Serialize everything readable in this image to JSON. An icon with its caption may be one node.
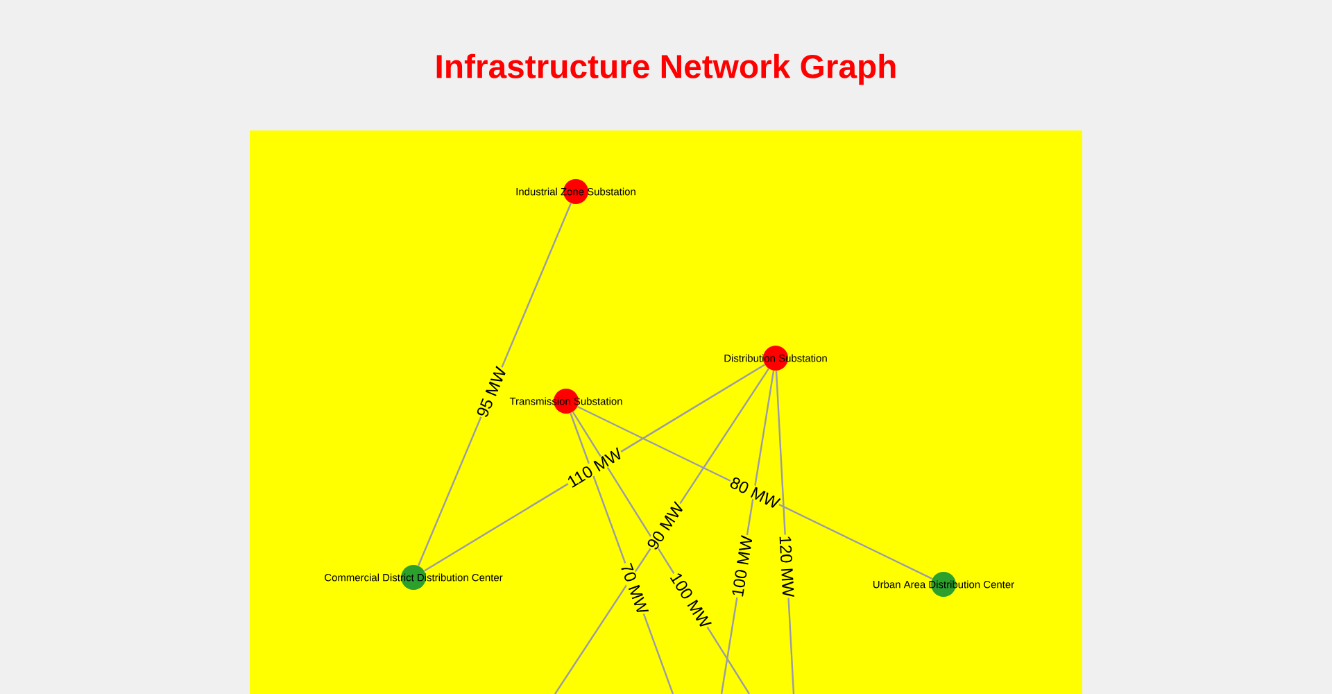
{
  "diagram": {
    "title": "Infrastructure Network Graph",
    "nodes": [
      {
        "text": [
          "Industrial Zone Substation"
        ]
      },
      {
        "text": [
          "Distribution Substation"
        ]
      },
      {
        "text": [
          "Transmission Substation"
        ]
      },
      {
        "text": [
          "Commercial District Distribution Center"
        ]
      },
      {
        "text": [
          "Urban Area Distribution Center"
        ]
      }
    ],
    "edges": [
      {
        "from": 0,
        "to": 3,
        "label": "95 MW",
        "arrow": "none"
      },
      {
        "from": 1,
        "to": 3,
        "label": "110 MW",
        "arrow": "none"
      },
      {
        "from": 2,
        "to": 4,
        "label": "80 MW",
        "arrow": "none"
      },
      {
        "from": 1,
        "to": null,
        "label": "90 MW",
        "arrow": "none"
      },
      {
        "from": 2,
        "to": null,
        "label": "70 MW",
        "arrow": "none"
      },
      {
        "from": 2,
        "to": null,
        "label": "100 MW",
        "arrow": "none"
      },
      {
        "from": 1,
        "to": null,
        "label": "100 MW",
        "arrow": "none"
      },
      {
        "from": 1,
        "to": null,
        "label": "120 MW",
        "arrow": "none"
      }
    ]
  }
}
